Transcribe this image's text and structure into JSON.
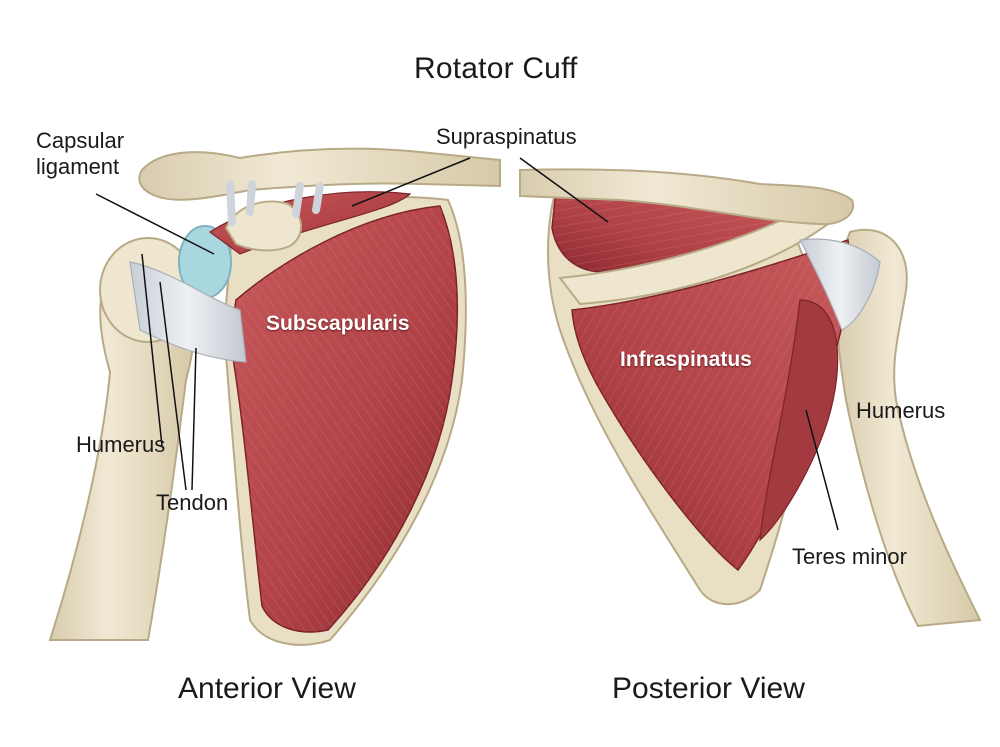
{
  "title": "Rotator Cuff",
  "views": {
    "anterior": "Anterior View",
    "posterior": "Posterior View"
  },
  "labels": {
    "capsular_ligament": [
      "Capsular",
      "ligament"
    ],
    "supraspinatus": "Supraspinatus",
    "subscapularis": "Subscapularis",
    "infraspinatus": "Infraspinatus",
    "humerus_left": "Humerus",
    "humerus_right": "Humerus",
    "tendon": "Tendon",
    "teres_minor": "Teres minor"
  },
  "colors": {
    "bone": "#ece3cc",
    "bone_shadow": "#c9bd9c",
    "muscle": "#b9464a",
    "muscle_dark": "#8f2c31",
    "tendon": "#dfe3e8",
    "cartilage": "#a9d7df"
  }
}
